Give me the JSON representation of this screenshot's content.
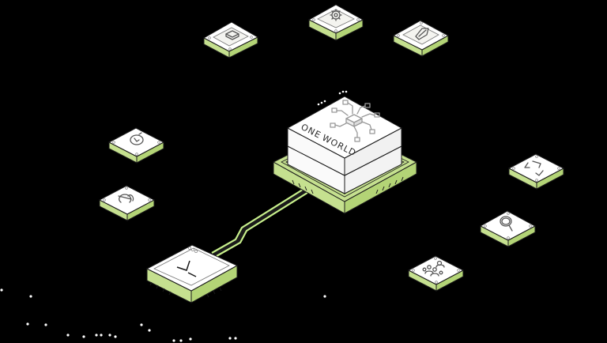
{
  "colors": {
    "background": "#000000",
    "tile_top": "#ffffff",
    "tile_side": "#c5e08f",
    "tile_side_dark": "#a9cc6a",
    "stroke": "#1a1a1a",
    "icon": "#555555",
    "wire": "#c8f08c"
  },
  "central_chip": {
    "label_line1": "ONE",
    "label_line2": "WORLD",
    "icon": "circuit-chip-icon"
  },
  "terminal_tile": {
    "icon": "terminal-prompt-icon",
    "window_dots": 3
  },
  "tiles": [
    {
      "id": "device",
      "icon": "device-chip-icon"
    },
    {
      "id": "settings",
      "icon": "gear-icon"
    },
    {
      "id": "security",
      "icon": "shield-icon"
    },
    {
      "id": "time",
      "icon": "stopwatch-icon"
    },
    {
      "id": "currency",
      "icon": "pound-currency-icon"
    },
    {
      "id": "recycle",
      "icon": "recycle-icon"
    },
    {
      "id": "search",
      "icon": "magnifier-icon"
    },
    {
      "id": "community",
      "icon": "people-group-icon"
    }
  ]
}
